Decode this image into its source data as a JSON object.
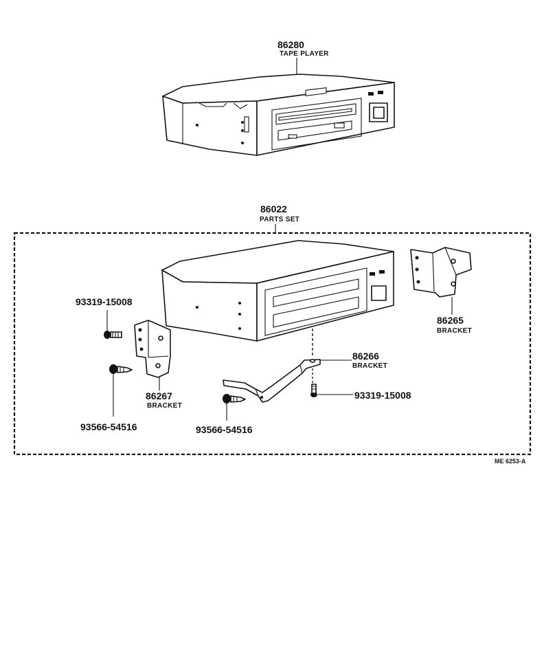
{
  "tape_player": {
    "part_no": "86280",
    "name": "TAPE PLAYER"
  },
  "parts_set": {
    "part_no": "86022",
    "name": "PARTS SET"
  },
  "bracket_86265": {
    "part_no": "86265",
    "name": "BRACKET"
  },
  "bracket_86266": {
    "part_no": "86266",
    "name": "BRACKET"
  },
  "bracket_86267": {
    "part_no": "86267",
    "name": "BRACKET"
  },
  "bolt_left": {
    "part_no": "93319-15008"
  },
  "bolt_right": {
    "part_no": "93319-15008"
  },
  "screw_left": {
    "part_no": "93566-54516"
  },
  "screw_center": {
    "part_no": "93566-54516"
  },
  "figure_ref": "ME 6253-A"
}
